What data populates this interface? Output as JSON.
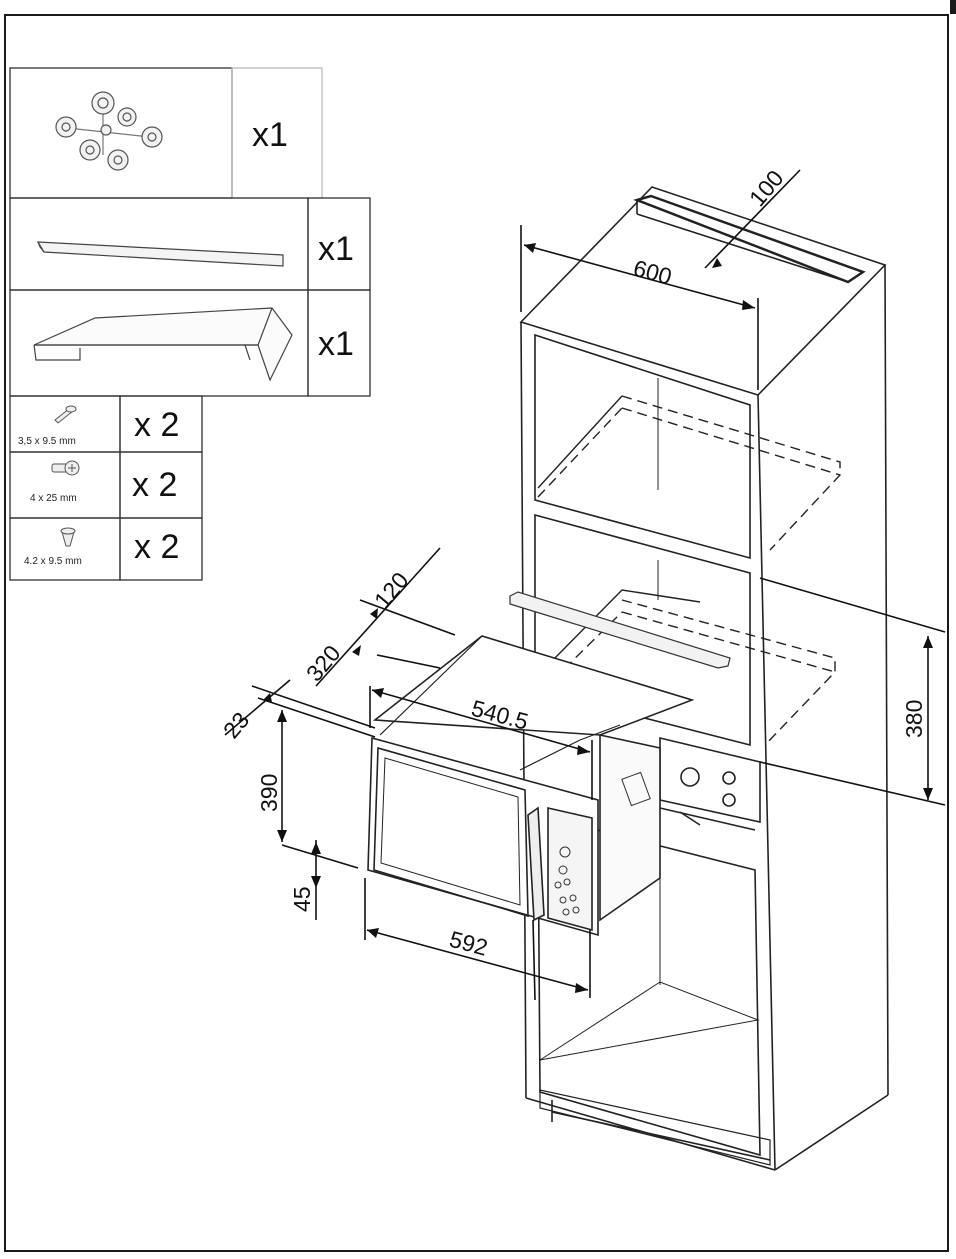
{
  "parts": [
    {
      "qty": "x1"
    },
    {
      "qty": "x1"
    },
    {
      "qty": "x1"
    }
  ],
  "screws": [
    {
      "size": "3,5 x 9.5 mm",
      "qty": "x 2"
    },
    {
      "size": "4 x 25 mm",
      "qty": "x 2"
    },
    {
      "size": "4.2 x 9.5 mm",
      "qty": "x 2"
    }
  ],
  "dimensions": {
    "top_opening": "100",
    "cabinet_width": "600",
    "shelf_gap": "120",
    "depth": "320",
    "frame_offset": "23",
    "inner_width": "540.5",
    "height": "390",
    "base_offset": "45",
    "appliance_width": "592",
    "niche_height": "380"
  }
}
